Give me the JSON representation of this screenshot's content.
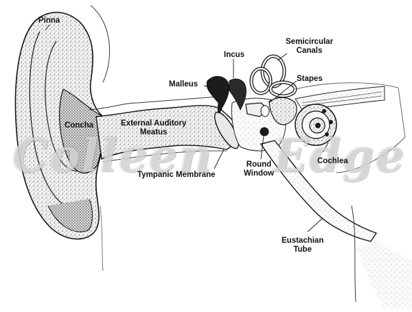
{
  "labels": {
    "pinna": "Pinna",
    "concha": "Concha",
    "external_auditory_meatus_line1": "External Auditory",
    "external_auditory_meatus_line2": "Meatus",
    "tympanic_membrane": "Tympanic Membrane",
    "malleus": "Malleus",
    "incus": "Incus",
    "semicircular_canals_line1": "Semicircular",
    "semicircular_canals_line2": "Canals",
    "stapes": "Stapes",
    "cochlea": "Cochlea",
    "round_window_line1": "Round",
    "round_window_line2": "Window",
    "eustachian_tube_line1": "Eustachian",
    "eustachian_tube_line2": "Tube"
  },
  "watermark": {
    "text_left": "Colleen",
    "text_right": "Edge"
  },
  "colors": {
    "ink": "#111111",
    "tissue": "#efefef",
    "ossicle": "#1c1c1c"
  }
}
